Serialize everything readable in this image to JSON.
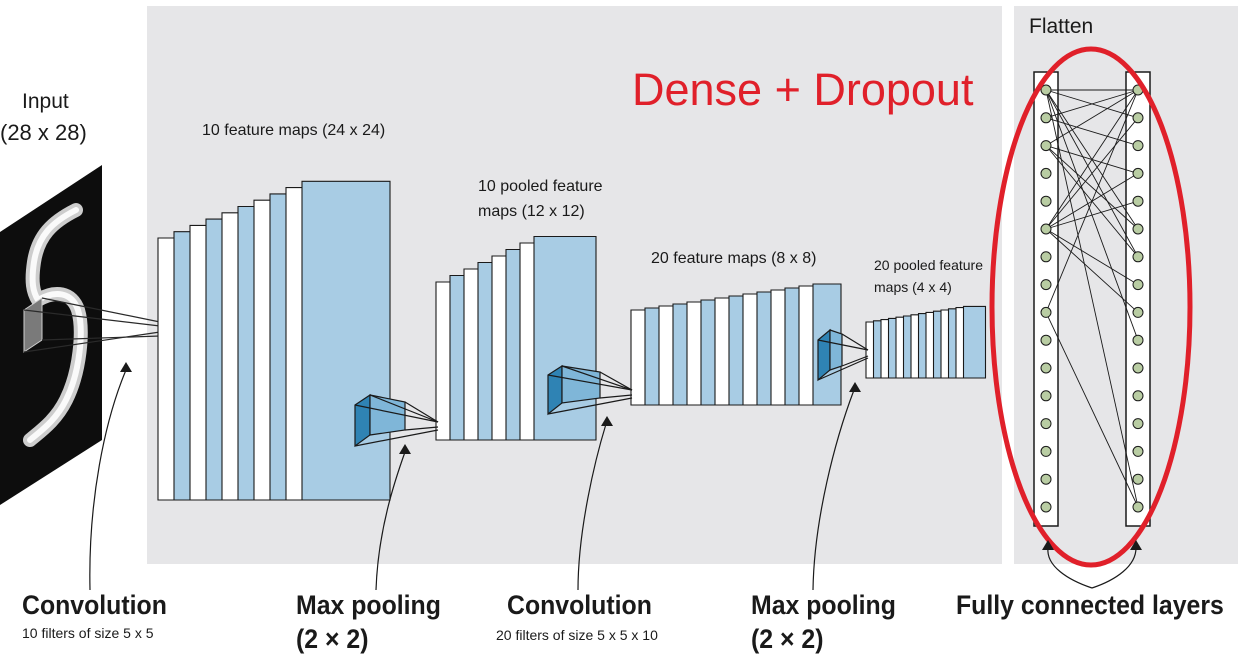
{
  "input": {
    "label_line1": "Input",
    "label_line2": "(28 x 28)"
  },
  "layers": {
    "conv1": "10 feature maps (24 x 24)",
    "pool1_line1": "10 pooled feature",
    "pool1_line2": "maps (12 x 12)",
    "conv2": "20 feature maps (8 x 8)",
    "pool2_line1": "20 pooled feature",
    "pool2_line2": "maps (4 x 4)"
  },
  "flatten": {
    "label": "Flatten"
  },
  "annotation": {
    "text": "Dense + Dropout",
    "color": "#e0202a"
  },
  "stages": [
    {
      "title": "Convolution",
      "subtitle": "10 filters of size 5 x 5"
    },
    {
      "title": "Max pooling",
      "subtitle": "(2 × 2)"
    },
    {
      "title": "Convolution",
      "subtitle": "20 filters of size 5 x 5 x 10"
    },
    {
      "title": "Max pooling",
      "subtitle": "(2 × 2)"
    },
    {
      "title": "Fully connected layers",
      "subtitle": ""
    }
  ],
  "colors": {
    "panel": "#e6e6e8",
    "map_fill": "#a8cce4",
    "map_dark": "#2f83b4",
    "node": "#b9cda3",
    "ellipse": "#e0202a"
  }
}
